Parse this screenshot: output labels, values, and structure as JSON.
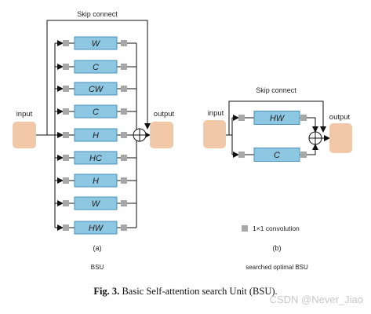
{
  "colors": {
    "op_fill": "#8ec7e2",
    "op_stroke": "#4a90b8",
    "io_fill": "#f1c9a8",
    "conv_fill": "#a7a7a7",
    "line": "#111111",
    "text": "#222222"
  },
  "panel_a": {
    "skip_label": "Skip connect",
    "input_label": "input",
    "output_label": "output",
    "ops": [
      "W",
      "C",
      "CW",
      "C",
      "H",
      "HC",
      "H",
      "W",
      "HW"
    ],
    "sublabel": "(a)",
    "name": "BSU"
  },
  "panel_b": {
    "skip_label": "Skip connect",
    "input_label": "input",
    "output_label": "output",
    "ops": [
      "HW",
      "C"
    ],
    "legend_label": "1×1 convolution",
    "sublabel": "(b)",
    "name": "searched optimal BSU"
  },
  "caption": {
    "figure_label": "Fig. 3.",
    "text": "Basic Self-attention search Unit (BSU)."
  },
  "watermark": "CSDN @Never_Jiao"
}
